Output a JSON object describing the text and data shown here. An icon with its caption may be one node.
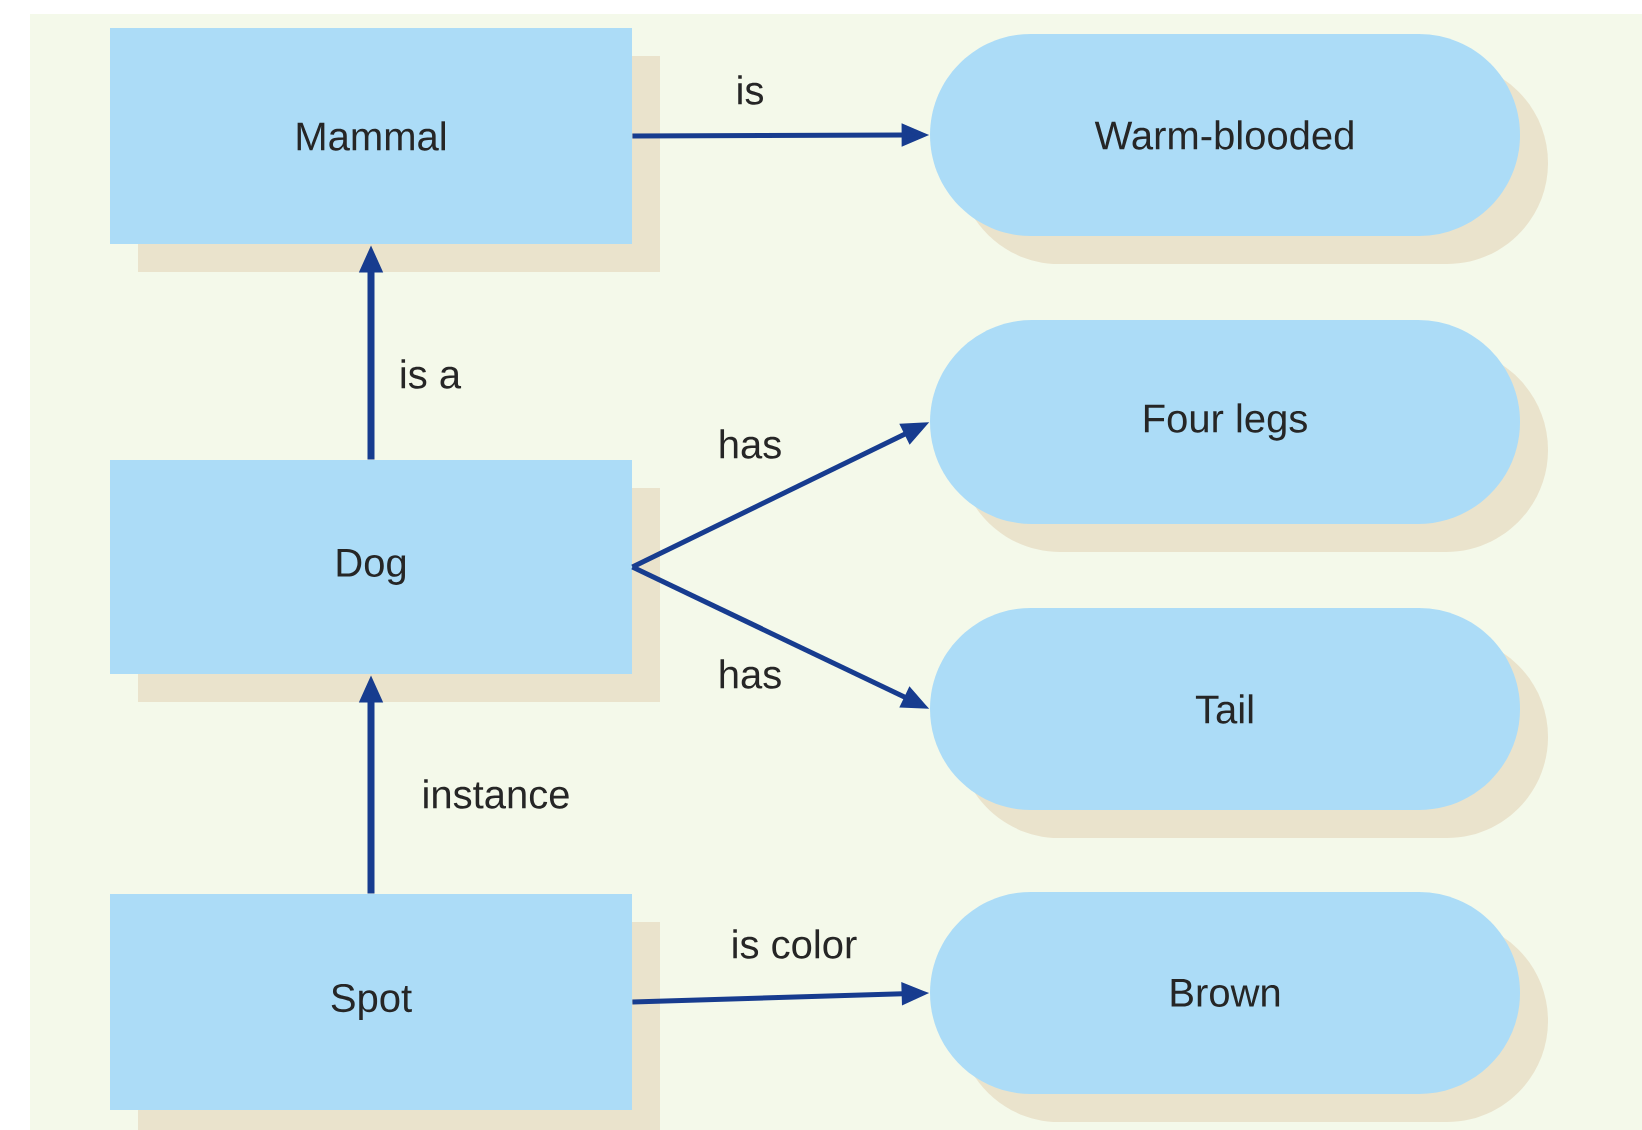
{
  "diagram": {
    "nodes": [
      {
        "text": [
          "Mammal"
        ]
      },
      {
        "text": [
          "Warm-blooded"
        ]
      },
      {
        "text": [
          "Dog"
        ]
      },
      {
        "text": [
          "Four legs"
        ]
      },
      {
        "text": [
          "Tail"
        ]
      },
      {
        "text": [
          "Spot"
        ]
      },
      {
        "text": [
          "Brown"
        ]
      }
    ],
    "edges": [
      {
        "from": 0,
        "to": 1,
        "arrow": "to",
        "label": "is"
      },
      {
        "from": 2,
        "to": 0,
        "arrow": "to",
        "label": "is a"
      },
      {
        "from": 2,
        "to": 3,
        "arrow": "to",
        "label": "has"
      },
      {
        "from": 2,
        "to": 4,
        "arrow": "to",
        "label": "has"
      },
      {
        "from": 5,
        "to": 2,
        "arrow": "to",
        "label": "instance"
      },
      {
        "from": 5,
        "to": 6,
        "arrow": "to",
        "label": "is color"
      }
    ]
  }
}
